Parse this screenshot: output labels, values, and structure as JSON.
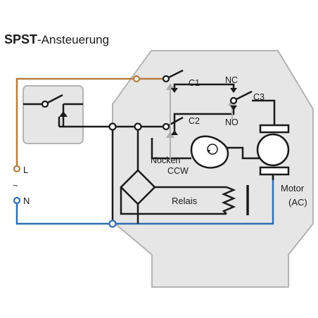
{
  "title": {
    "bold": "SPST",
    "rest": "-Ansteuerung"
  },
  "labels": {
    "c1": "C1",
    "c2": "C2",
    "c3": "C3",
    "nc": "NC",
    "no": "NO",
    "nocken": "Nocken",
    "ccw": "CCW",
    "relais": "Relais",
    "motor": "Motor",
    "ac": "(AC)",
    "l": "L",
    "tilde": "~",
    "n": "N"
  },
  "colors": {
    "housing": "#e6e6e6",
    "housing_stroke": "#b4b4b4",
    "wire": "#1a1a1a",
    "live_wire": "#b87d3e",
    "neutral_wire": "#2f6fb4",
    "arrow": "#b0b0b0"
  }
}
